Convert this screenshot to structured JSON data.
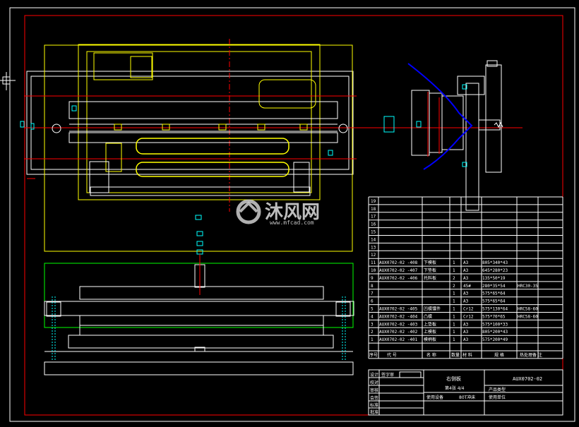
{
  "colors": {
    "background": "#000000",
    "border": "#ffffff",
    "frame": "#ff0000",
    "outline": "#ffff00",
    "table_line": "#ffffff",
    "cyan": "#00ffff",
    "blue": "#0000ff",
    "green": "#00ff00"
  },
  "bom": {
    "rows": [
      {
        "no": "19",
        "code": "",
        "name": "",
        "qty": "",
        "material": "",
        "spec": "",
        "note": ""
      },
      {
        "no": "18",
        "code": "",
        "name": "",
        "qty": "",
        "material": "",
        "spec": "",
        "note": ""
      },
      {
        "no": "17",
        "code": "",
        "name": "",
        "qty": "",
        "material": "",
        "spec": "",
        "note": ""
      },
      {
        "no": "16",
        "code": "",
        "name": "",
        "qty": "",
        "material": "",
        "spec": "",
        "note": ""
      },
      {
        "no": "15",
        "code": "",
        "name": "",
        "qty": "",
        "material": "",
        "spec": "",
        "note": ""
      },
      {
        "no": "14",
        "code": "",
        "name": "",
        "qty": "",
        "material": "",
        "spec": "",
        "note": ""
      },
      {
        "no": "13",
        "code": "",
        "name": "",
        "qty": "",
        "material": "",
        "spec": "",
        "note": ""
      },
      {
        "no": "12",
        "code": "",
        "name": "",
        "qty": "",
        "material": "",
        "spec": "",
        "note": ""
      },
      {
        "no": "11",
        "code": "AUX0702-02 -408",
        "name": "下模板",
        "qty": "1",
        "material": "A3",
        "spec": "805*340*43",
        "note": ""
      },
      {
        "no": "10",
        "code": "AUX0702-02 -407",
        "name": "下垫板",
        "qty": "1",
        "material": "A3",
        "spec": "645*280*23",
        "note": ""
      },
      {
        "no": "9",
        "code": "AUX0702-02 -406",
        "name": "托料板",
        "qty": "2",
        "material": "A3",
        "spec": "135*50*19",
        "note": ""
      },
      {
        "no": "8",
        "code": "",
        "name": "",
        "qty": "2",
        "material": "45#",
        "spec": "280*35*54",
        "note": "HRC30-35"
      },
      {
        "no": "7",
        "code": "",
        "name": "",
        "qty": "1",
        "material": "A3",
        "spec": "575*65*64",
        "note": ""
      },
      {
        "no": "6",
        "code": "",
        "name": "",
        "qty": "1",
        "material": "A3",
        "spec": "575*65*64",
        "note": ""
      },
      {
        "no": "5",
        "code": "AUX0702-02 -405",
        "name": "凹模镶件",
        "qty": "1",
        "material": "Cr12",
        "spec": "575*130*64",
        "note": "HRC58-60"
      },
      {
        "no": "4",
        "code": "AUX0702-02 -404",
        "name": "凸模",
        "qty": "1",
        "material": "Cr12",
        "spec": "575*70*65",
        "note": "HRC58-60"
      },
      {
        "no": "3",
        "code": "AUX0702-02 -403",
        "name": "上垫板",
        "qty": "1",
        "material": "A3",
        "spec": "575*100*33",
        "note": ""
      },
      {
        "no": "2",
        "code": "AUX0702-02 -402",
        "name": "上模板",
        "qty": "1",
        "material": "A3",
        "spec": "805*200*43",
        "note": ""
      },
      {
        "no": "1",
        "code": "AUX0702-02 -401",
        "name": "模柄板",
        "qty": "1",
        "material": "A3",
        "spec": "575*200*49",
        "note": ""
      }
    ],
    "header": {
      "no": "序号",
      "code": "代    号",
      "name": "名  称",
      "qty": "数量",
      "material": "材  料",
      "spec": "规  格",
      "note": "热处理备  注"
    }
  },
  "title_block": {
    "left_labels": [
      "设计",
      "校对",
      "审核",
      "会签",
      "标准",
      "批准"
    ],
    "label_stamp": "签字审",
    "part_name": "右侧板",
    "drawing_no": "AUX0702-02",
    "sheet": "第4张 共4张",
    "sheet_text": "第4张  4/4",
    "product_label": "产品类型",
    "equipment_label": "使用设备",
    "equipment_value": "80T冲床",
    "unit_label": "使用单位"
  },
  "watermark": {
    "brand": "沐风网",
    "url": "www.mfcad.com"
  }
}
